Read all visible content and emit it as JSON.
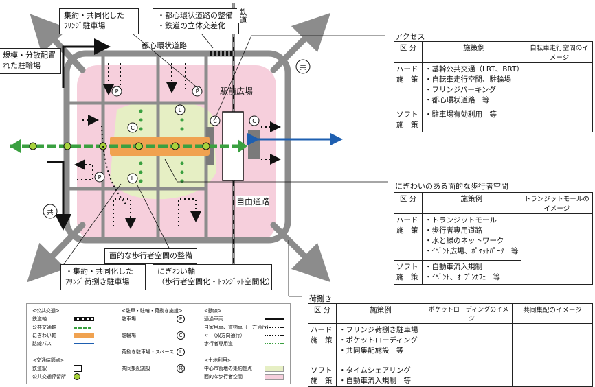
{
  "labels": {
    "fringe_parking": [
      "集約・共同化した",
      "ﾌﾘﾝｼﾞ駐車場"
    ],
    "ring_road_improve": [
      "・都心環状道路の整備",
      "・鉄道の立体交差化"
    ],
    "railway": "鉄道",
    "ring_road": "都心環状道路",
    "bike_parking": [
      "規模・分散配置",
      "れた駐輪場"
    ],
    "station_square": "駅前広場",
    "free_passage": "自由通路",
    "kyo": "共",
    "pedestrian_space_improve": "面的な歩行者空間の整備",
    "loading_area": [
      "・集約・共同化した",
      "ﾌﾘﾝｼﾞ荷捌き駐車場"
    ],
    "bustle_axis": [
      "にぎわい軸",
      "（歩行者空間化・ﾄﾗﾝｼﾞｯﾄ空間化）"
    ],
    "markers": {
      "p": "P",
      "c": "C",
      "l": "L"
    }
  },
  "access": {
    "title": "アクセス",
    "headers": [
      "区 分",
      "施策例",
      "自転車走行空間のイメージ"
    ],
    "rows": [
      {
        "cat": [
          "ハード",
          "施　策"
        ],
        "items": [
          "・基幹公共交通（LRT、BRT）",
          "・自転車走行空間、駐輪場",
          "・フリンジパーキング",
          "・都心環状道路　等"
        ]
      },
      {
        "cat": [
          "ソフト",
          "施　策"
        ],
        "items": [
          "・駐車場有効利用　等"
        ]
      }
    ]
  },
  "pedestrian": {
    "title": "にぎわいのある面的な歩行者空間",
    "headers": [
      "区 分",
      "施策例",
      "トランジットモールのイメージ"
    ],
    "rows": [
      {
        "cat": [
          "ハード",
          "施　策"
        ],
        "items": [
          "・トランジットモール",
          "・歩行者専用道路",
          "・水と緑のネットワーク",
          "・ｲﾍﾞﾝﾄ広場、ﾎﾟｹｯﾄﾊﾟｰｸ　等"
        ]
      },
      {
        "cat": [
          "ソフト",
          "施　策"
        ],
        "items": [
          "・自動車流入規制",
          "・ｲﾍﾞﾝﾄ、ｵｰﾌﾟﾝｶﾌｪ　等"
        ]
      }
    ]
  },
  "loading": {
    "title": "荷捌き",
    "headers": [
      "区 分",
      "施策例",
      "ポケットローディングのイメージ",
      "共同集配のイメージ"
    ],
    "rows": [
      {
        "cat": [
          "ハード",
          "施　策"
        ],
        "items": [
          "・フリンジ荷捌き駐車場",
          "・ポケットローディング",
          "・共同集配施設　等"
        ]
      },
      {
        "cat": [
          "ソフト",
          "施　策"
        ],
        "items": [
          "・タイムシェアリング",
          "・自動車流入規制　等"
        ]
      }
    ]
  },
  "legend": {
    "col1": [
      "<公共交通>",
      "鉄道軸",
      "公共交通軸",
      "にぎわい軸",
      "路線バス",
      "",
      "<交通結節点>",
      "鉄道駅",
      "公共交通停留所"
    ],
    "col2": [
      "<駐車・駐輪・荷捌き施設>",
      "駐車場",
      "",
      "駐輪場",
      "",
      "荷捌き駐車場・スペース",
      "",
      "共同集配施設"
    ],
    "col2_icons": [
      "P",
      "C",
      "L",
      "共"
    ],
    "col3": [
      "<動線>",
      "通過車両",
      "自家用車、貨物車（一方通行）",
      "〃　（双方向通行）",
      "歩行者専用道",
      "",
      "<土地利用>",
      "中心市街地の集約拠点",
      "面的な歩行者空間"
    ]
  },
  "colors": {
    "road": "#8c8c8c",
    "pink_area": "#f6cfdc",
    "green_area": "#e6efc4",
    "orange_axis": "#f0a250",
    "green_axis": "#3aa040",
    "bus_blue": "#1e5fb0",
    "marker_green": "#a8d23c"
  }
}
